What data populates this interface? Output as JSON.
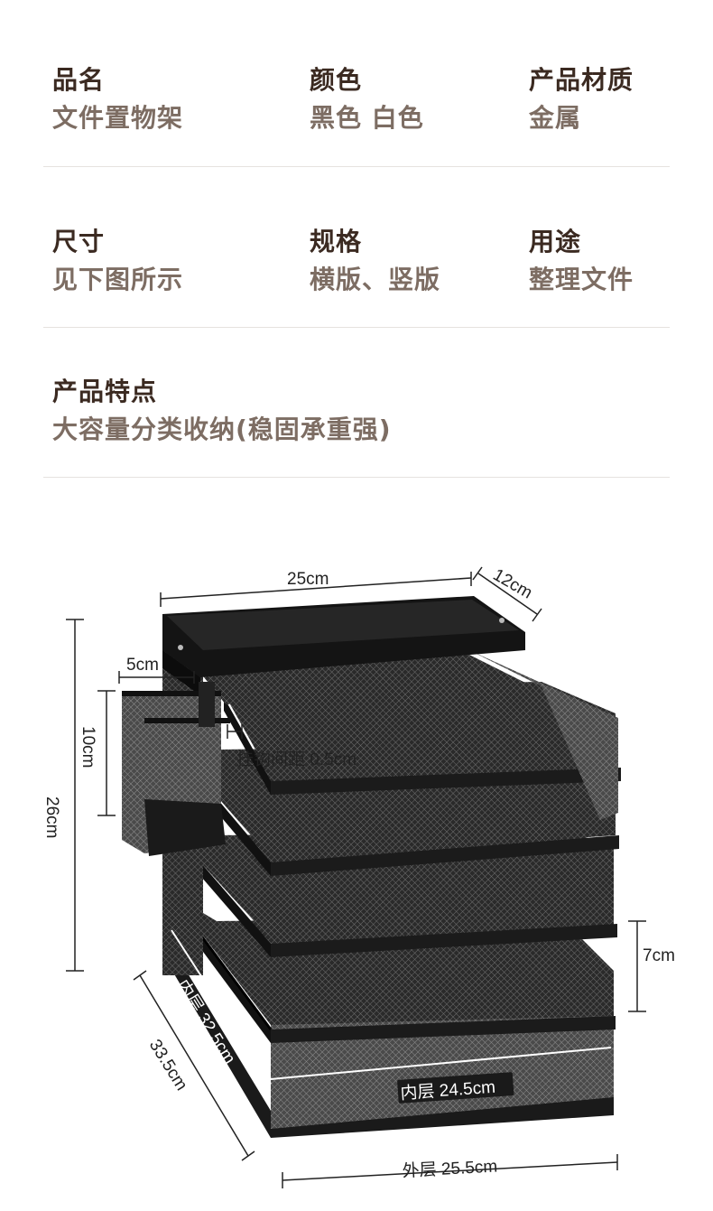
{
  "specs": {
    "name": {
      "label": "品名",
      "value": "文件置物架"
    },
    "color": {
      "label": "颜色",
      "value": "黑色 白色"
    },
    "material": {
      "label": "产品材质",
      "value": "金属"
    },
    "size": {
      "label": "尺寸",
      "value": "见下图所示"
    },
    "spec": {
      "label": "规格",
      "value": "横版、竖版"
    },
    "usage": {
      "label": "用途",
      "value": "整理文件"
    },
    "feature": {
      "label": "产品特点",
      "value": "大容量分类收纳(稳固承重强)"
    }
  },
  "dimensions": {
    "top_width": "25cm",
    "depth_top": "12cm",
    "basket_width": "5cm",
    "basket_height": "10cm",
    "total_height": "26cm",
    "hook_gap": "挂钩间距 0.5cm",
    "layer_gap": "7cm",
    "inner_depth": "内层 32.5cm",
    "outer_depth": "33.5cm",
    "inner_width": "内层 24.5cm",
    "outer_width": "外层 25.5cm"
  },
  "colors": {
    "label": "#3b2a21",
    "value": "#7d6d63",
    "divider": "#e6e2df",
    "product": "#1c1c1c"
  }
}
